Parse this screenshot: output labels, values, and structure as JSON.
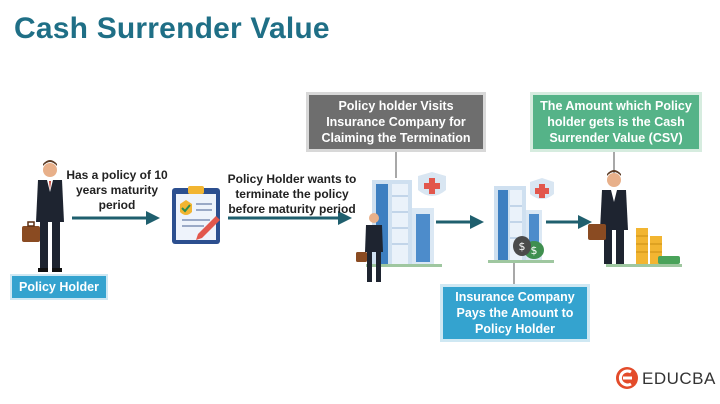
{
  "title": "Cash Surrender Value",
  "policy_holder_label": "Policy Holder",
  "step1_text": "Has a policy of 10 years maturity period",
  "step2_text": "Policy Holder wants to terminate the policy before maturity period",
  "visit_box": "Policy holder Visits Insurance Company for Claiming the Termination",
  "csv_box": "The Amount which Policy holder gets is the Cash Surrender Value (CSV)",
  "pay_box": "Insurance Company Pays the Amount to Policy Holder",
  "logo_text": "EDUCBA",
  "colors": {
    "title": "#1f6f86",
    "arrow": "#1f5f6e",
    "gray_box": "#6e6e6e",
    "green_box": "#55b388",
    "blue_box": "#34a3cf",
    "logo": "#e34b2a"
  }
}
